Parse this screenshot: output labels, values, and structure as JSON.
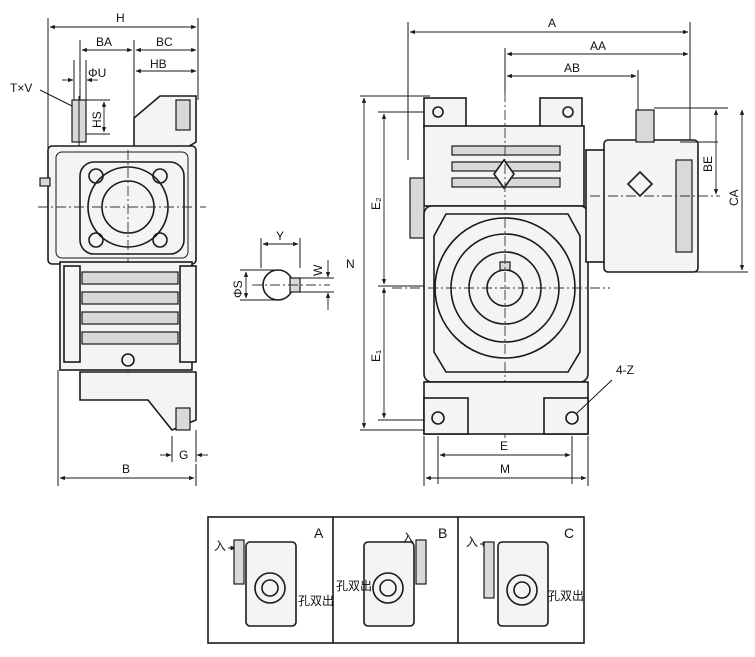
{
  "side_view": {
    "labels": {
      "H": "H",
      "BA": "BA",
      "BC": "BC",
      "HB": "HB",
      "TxV": "T×V",
      "PhiU": "ΦU",
      "HS": "HS",
      "B": "B",
      "G": "G"
    }
  },
  "shaft_section": {
    "labels": {
      "Y": "Y",
      "PhiS": "ΦS",
      "W": "W"
    }
  },
  "front_view": {
    "labels": {
      "A": "A",
      "AA": "AA",
      "AB": "AB",
      "BE": "BE",
      "CA": "CA",
      "E2": "E₂",
      "N": "N",
      "E1": "E₁",
      "FourZ": "4-Z",
      "E": "E",
      "M": "M"
    }
  },
  "assembly_panels": [
    {
      "id": "A",
      "input_label": "入",
      "output_label": "孔双出"
    },
    {
      "id": "B",
      "input_label": "入",
      "output_label": "孔双出"
    },
    {
      "id": "C",
      "input_label": "入",
      "output_label": "孔双出"
    }
  ]
}
